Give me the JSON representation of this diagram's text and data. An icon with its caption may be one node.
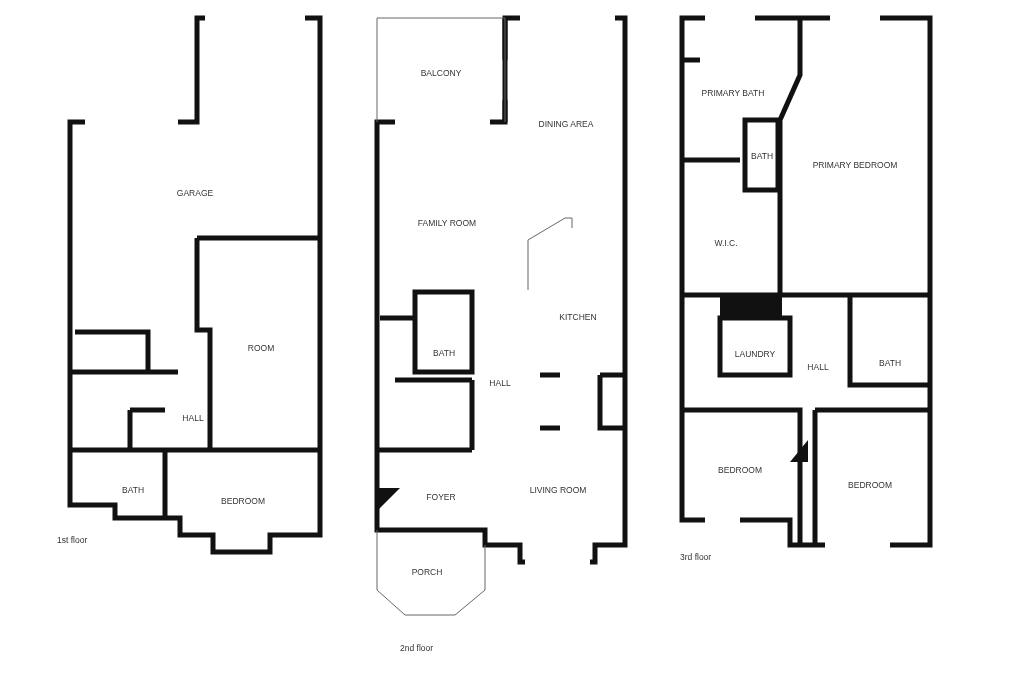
{
  "diagram": {
    "labels": [
      "GARAGE",
      "ROOM",
      "HALL",
      "BATH",
      "BEDROOM",
      "1st floor",
      "BALCONY",
      "DINING AREA",
      "FAMILY ROOM",
      "KITCHEN",
      "BATH",
      "HALL",
      "FOYER",
      "LIVING ROOM",
      "PORCH",
      "2nd floor",
      "PRIMARY BATH",
      "BATH",
      "PRIMARY BEDROOM",
      "W.I.C.",
      "LAUNDRY",
      "HALL",
      "BATH",
      "BEDROOM",
      "BEDROOM",
      "3rd floor"
    ]
  }
}
